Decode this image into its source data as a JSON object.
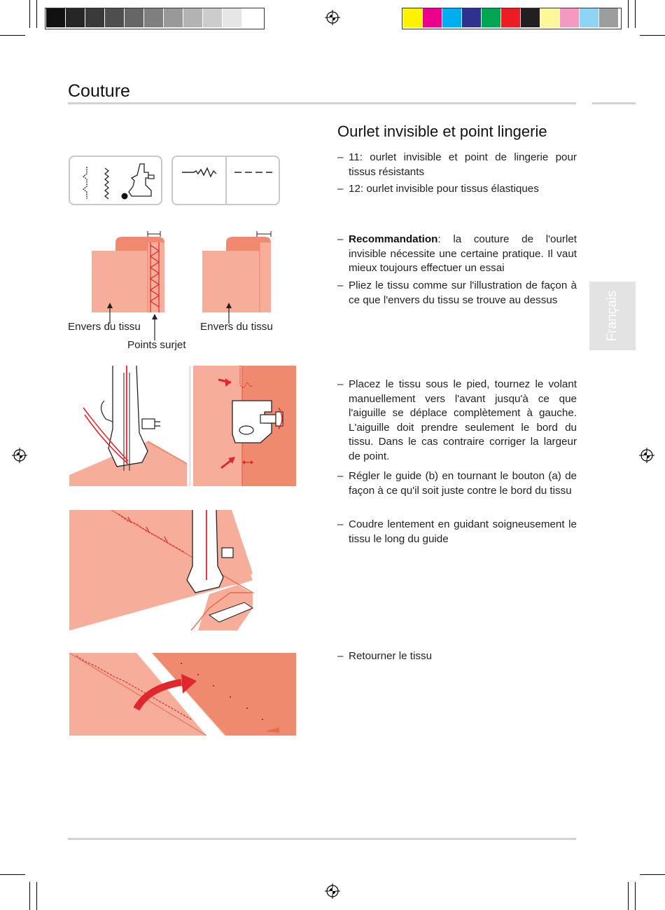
{
  "header": {
    "title": "Couture"
  },
  "section": {
    "title": "Ourlet invisible et point lingerie"
  },
  "language_tab": {
    "label": "Français"
  },
  "items": [
    {
      "text": "11: ourlet invisible et point de lingerie pour tissus résistants"
    },
    {
      "text": "12: ourlet invisible pour tissus élastiques"
    },
    {
      "bold": "Recommandation",
      "text": ": la couture de l'ourlet invisible nécessite une certaine pratique. Il vaut mieux toujours effectuer un essai"
    },
    {
      "text": "Pliez le tissu comme sur l'illustration de façon à ce que l'envers du tissu se trouve au dessus"
    },
    {
      "text": "Placez le tissu sous le pied, tournez le volant manuellement vers l'avant jusqu'à ce que l'aiguille se déplace complètement à gauche. L'aiguille doit prendre seulement le bord du tissu. Dans le cas contraire corriger la largeur de point."
    },
    {
      "text": "Régler le guide (b) en tournant le bouton (a) de façon à ce qu'il soit juste contre le bord du tissu"
    },
    {
      "text": "Coudre lentement en guidant soigneusement le tissu le long du guide"
    },
    {
      "text": "Retourner le tissu"
    }
  ],
  "captions": {
    "left_fabric": "Envers du tissu",
    "right_fabric": "Envers du tissu",
    "overlock": "Points surjet"
  },
  "dash": "–",
  "colors": {
    "fabric_light": "#f6ad99",
    "fabric_dark": "#f08a6e",
    "stitch_red": "#e0262e",
    "rule_gray": "#d2d2d2",
    "tab_gray": "#e3e3e3"
  },
  "color_bar": {
    "grays": [
      "#111111",
      "#262626",
      "#3a3a3a",
      "#4e4e4e",
      "#666666",
      "#7f7f7f",
      "#999999",
      "#b3b3b3",
      "#cccccc",
      "#e6e6e6",
      "#ffffff"
    ],
    "colors": [
      "#fff200",
      "#ec008c",
      "#00aeef",
      "#2e3192",
      "#00a651",
      "#ed1c24",
      "#231f20",
      "#fff799",
      "#f49ac1",
      "#8fd4f5",
      "#9d9d9d"
    ]
  }
}
